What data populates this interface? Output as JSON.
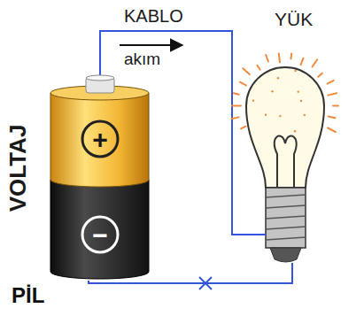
{
  "diagram": {
    "nodes": [
      {
        "text": [
          "+",
          "−",
          "PİL"
        ]
      },
      {
        "text": [
          "YÜK"
        ]
      }
    ],
    "edges": [
      {
        "from": 0,
        "to": 1,
        "arrow": "none",
        "label": "KABLO"
      },
      {
        "from": 0,
        "to": 1,
        "arrow": "none"
      }
    ],
    "labels": [
      "akım",
      "VOLTAJ"
    ]
  }
}
